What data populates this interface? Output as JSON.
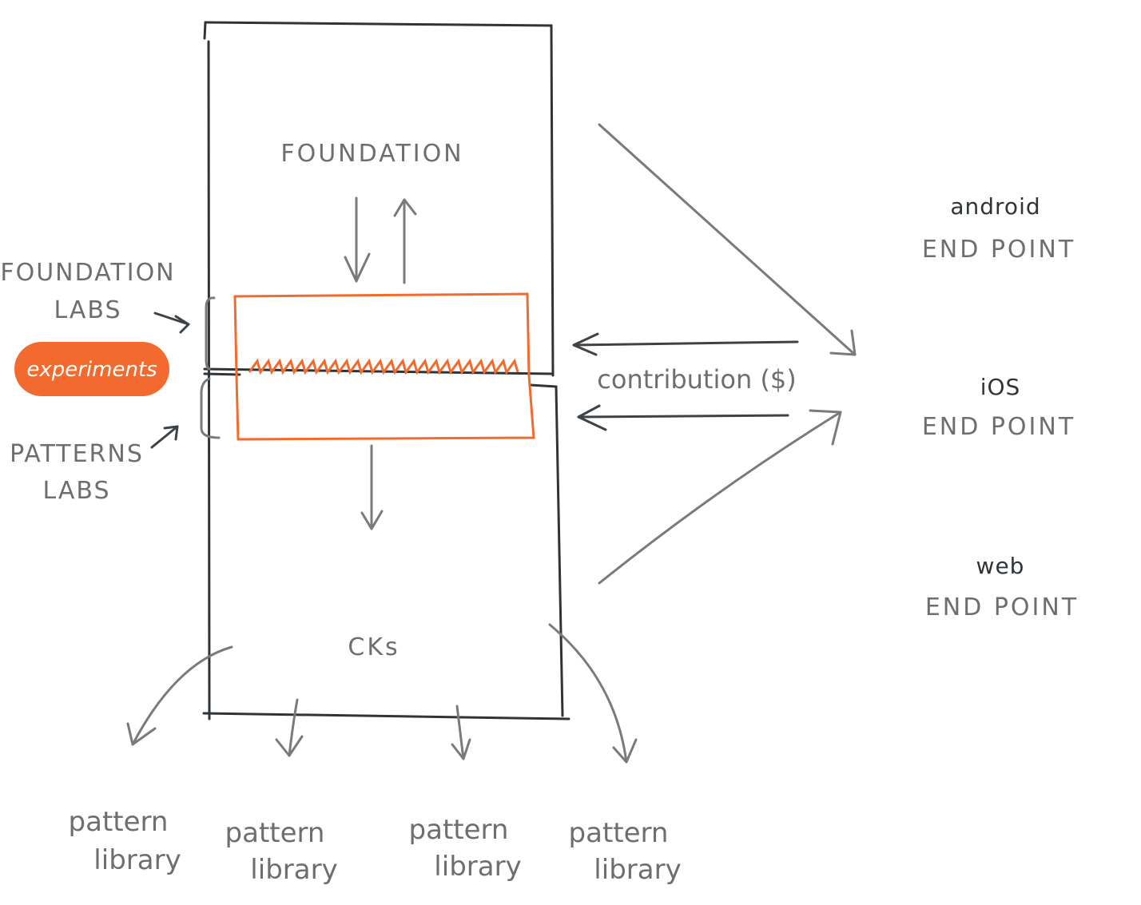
{
  "diagram": {
    "foundation": "FOUNDATION",
    "cks": "CKs",
    "foundation_labs": [
      "FOUNDATION",
      "LABS"
    ],
    "patterns_labs": [
      "PATTERNS",
      "LABS"
    ],
    "experiments": "experiments",
    "contribution": "contribution ($)",
    "endpoints": [
      {
        "platform": "android",
        "label": "END POINT"
      },
      {
        "platform": "iOS",
        "label": "END POINT"
      },
      {
        "platform": "web",
        "label": "END POINT"
      }
    ],
    "libraries": [
      {
        "line1": "pattern",
        "line2": "library"
      },
      {
        "line1": "pattern",
        "line2": "library"
      },
      {
        "line1": "pattern",
        "line2": "library"
      },
      {
        "line1": "pattern",
        "line2": "library"
      }
    ]
  },
  "colors": {
    "accent": "#f26a2e",
    "ink": "#2f3438",
    "pencil": "#7a7a7a"
  }
}
